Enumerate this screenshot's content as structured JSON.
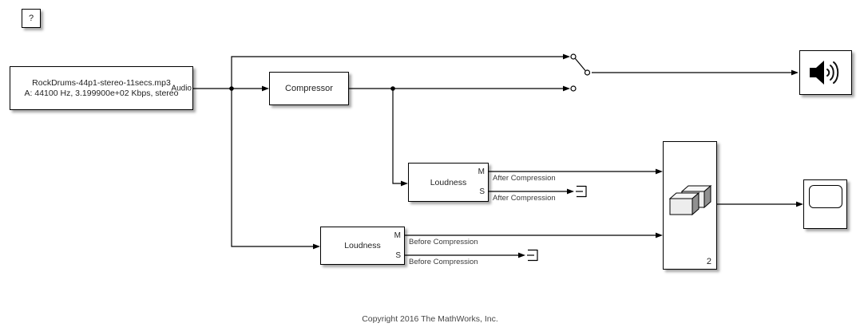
{
  "colors": {
    "background": "#ffffff",
    "line": "#000000",
    "text": "#1f1f1f",
    "annotation_text": "#474747"
  },
  "help_block": {
    "label": "?"
  },
  "source_block": {
    "title": "RockDrums-44p1-stereo-11secs.mp3",
    "subtitle": "A: 44100 Hz, 3.199900e+02 Kbps, stereo",
    "output_port_label": "Audio"
  },
  "compressor_block": {
    "label": "Compressor"
  },
  "loudness_after_block": {
    "label": "Loudness",
    "port_m": "M",
    "port_s": "S"
  },
  "loudness_before_block": {
    "label": "Loudness",
    "port_m": "M",
    "port_s": "S"
  },
  "signal_labels": {
    "after_m": "After Compression",
    "after_s": "After Compression",
    "before_m": "Before Compression",
    "before_s": "Before Compression"
  },
  "concatenate_block": {
    "input_count": "2"
  },
  "annotation": {
    "copyright": "Copyright 2016 The MathWorks, Inc."
  }
}
